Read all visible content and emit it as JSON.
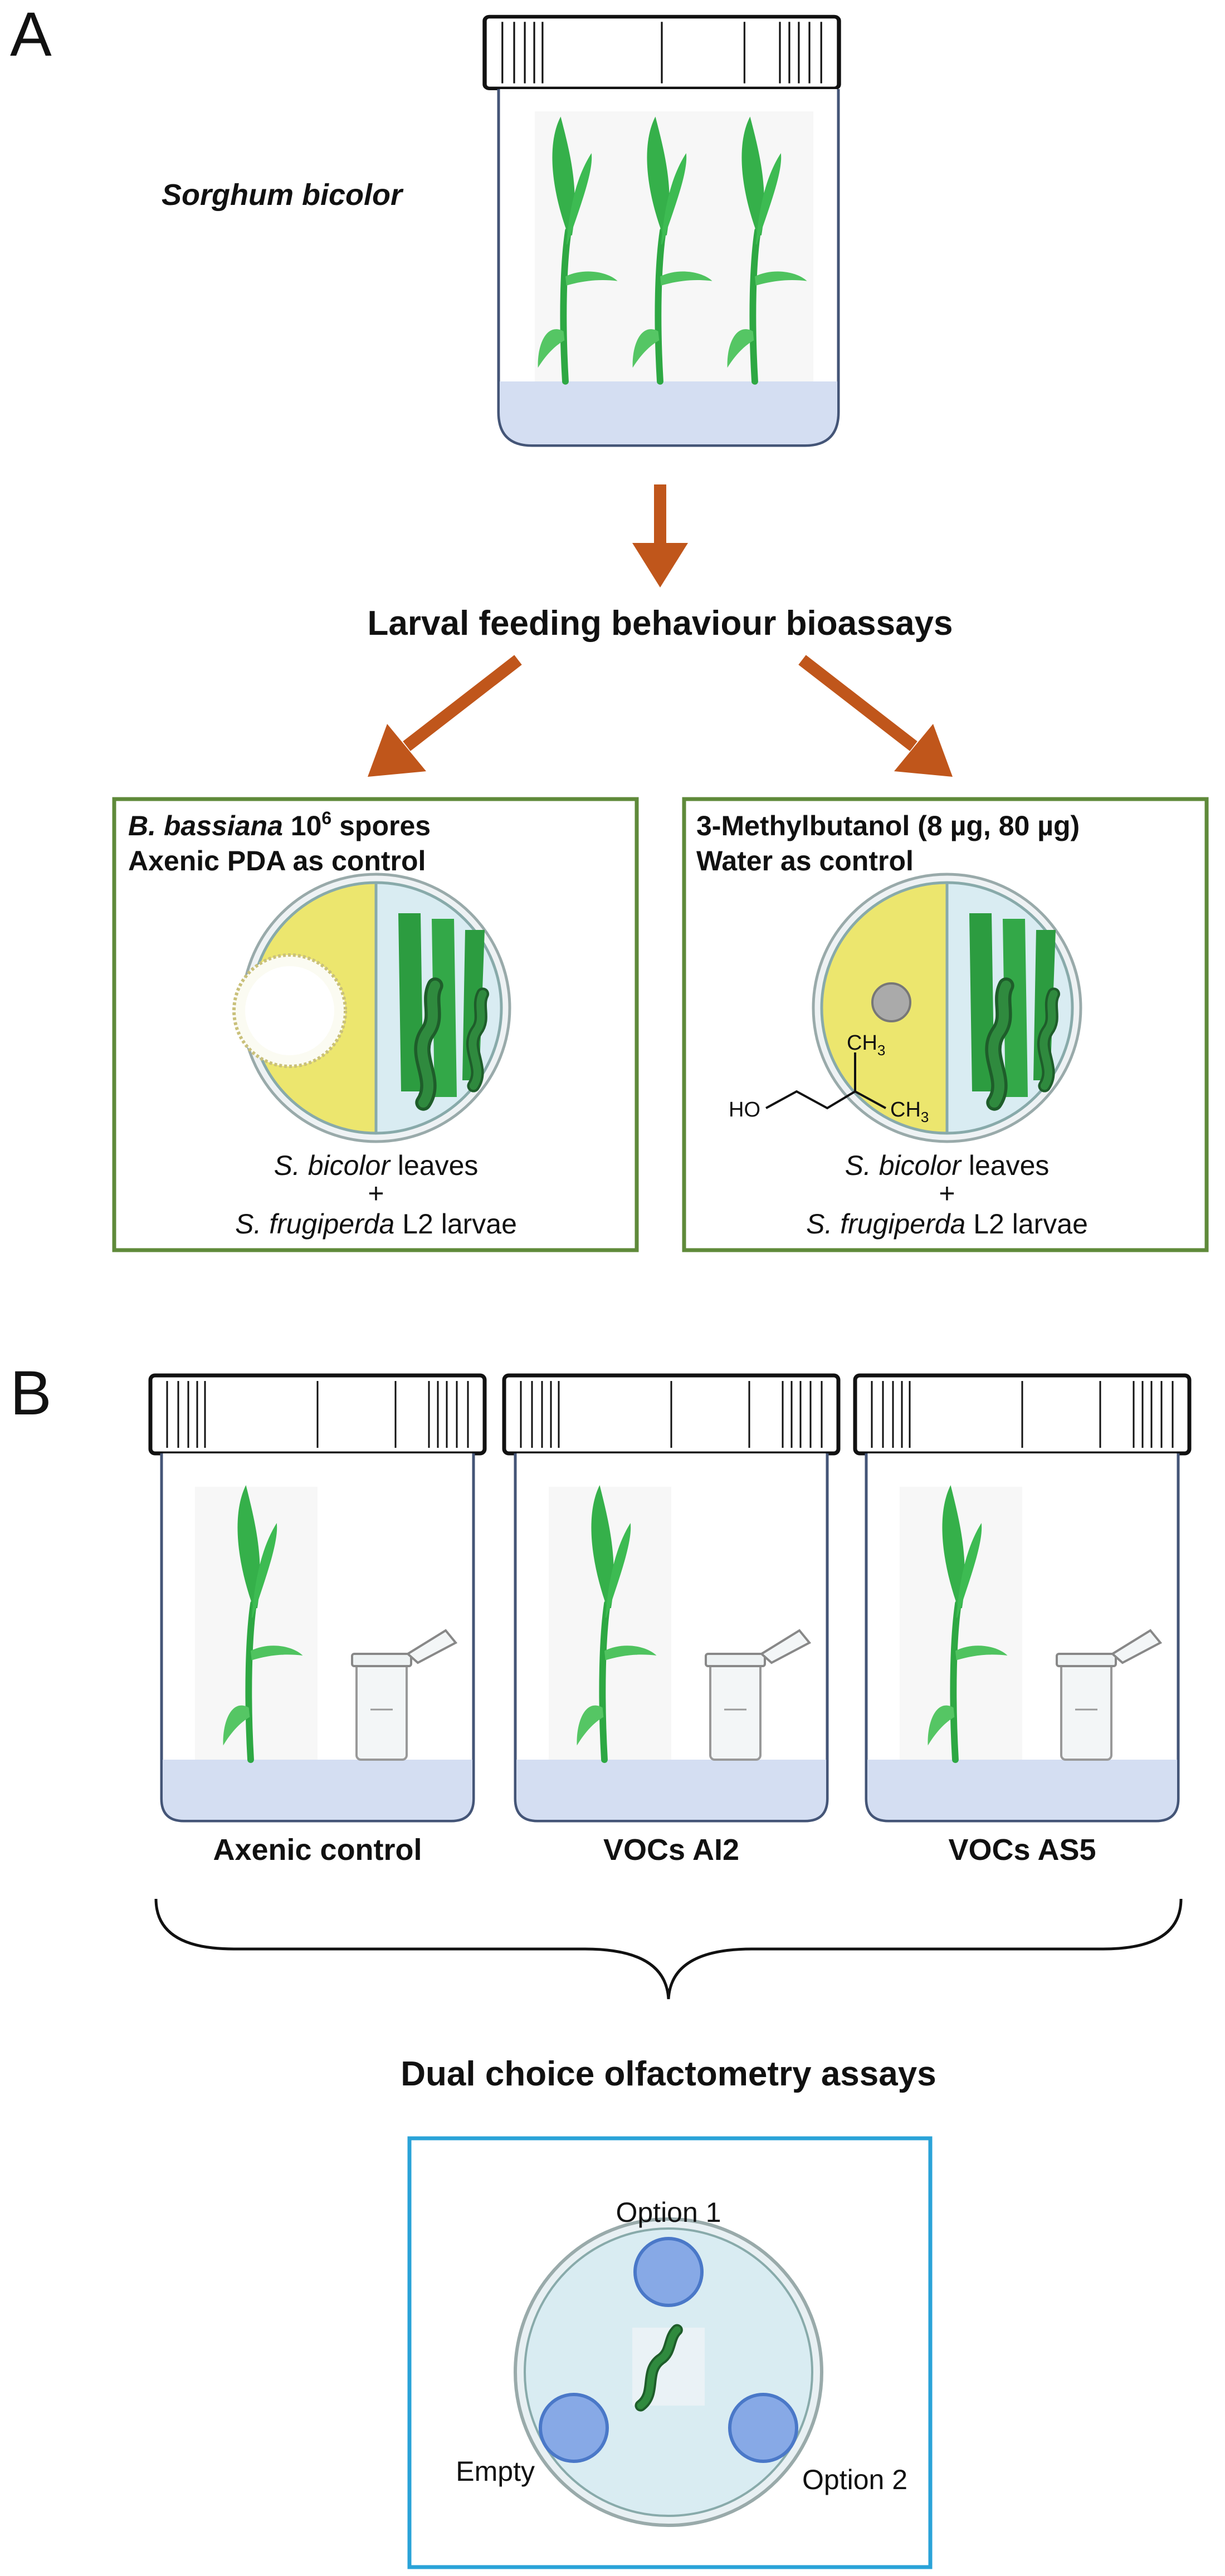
{
  "panel_a": {
    "letter": "A",
    "plant_label": "Sorghum bicolor",
    "title": "Larval feeding behaviour bioassays",
    "left_box": {
      "line1_italic": "B. bassiana",
      "line1_rest": " 10",
      "line1_sup": "6",
      "line1_end": " spores",
      "line2": "Axenic PDA as control",
      "leaves_italic": "S. bicolor",
      "leaves_rest": " leaves",
      "plus": "+",
      "larvae_italic": "S. frugiperda",
      "larvae_rest": " L2 larvae"
    },
    "right_box": {
      "line1": "3-Methylbutanol (8 µg, 80 µg)",
      "line2": "Water as control",
      "chem_ho": "HO",
      "chem_ch3_top": "CH",
      "chem_ch3_right": "CH",
      "chem_sub": "3",
      "leaves_italic": "S. bicolor",
      "leaves_rest": " leaves",
      "plus": "+",
      "larvae_italic": "S. frugiperda",
      "larvae_rest": " L2 larvae"
    }
  },
  "panel_b": {
    "letter": "B",
    "jars": [
      {
        "label": "Axenic control"
      },
      {
        "label": "VOCs AI2"
      },
      {
        "label": "VOCs AS5"
      }
    ],
    "title": "Dual choice olfactometry assays",
    "options": {
      "option1": "Option 1",
      "option2": "Option 2",
      "empty": "Empty"
    }
  },
  "colors": {
    "arrow": "#c0561b",
    "box_green": "#5f8a3a",
    "box_blue": "#2aa3d8",
    "agar_yellow": "#ece66e",
    "dish_blue": "#d9ecf2",
    "water_blue": "#d4def2",
    "plant_green": "#2ea843"
  }
}
